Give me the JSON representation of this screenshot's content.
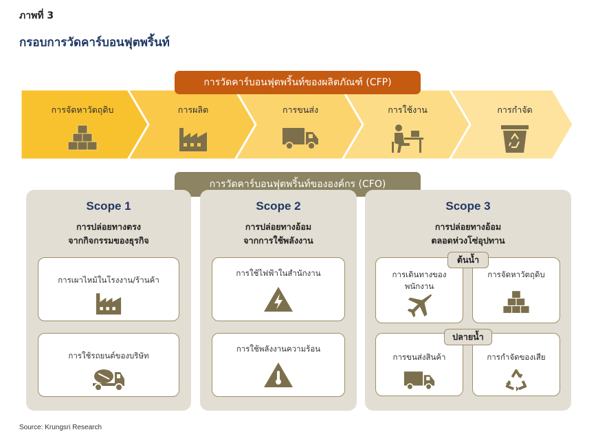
{
  "figure_label": "ภาพที่ 3",
  "title": "กรอบการวัดคาร์บอนฟุตพริ้นท์",
  "cfp": {
    "banner": "การวัดคาร์บอนฟุตพริ้นท์ของผลิตภัณฑ์ (CFP)",
    "stages": [
      {
        "label": "การจัดหาวัตถุดิบ",
        "icon": "boxes-icon",
        "color": "#f8c22f"
      },
      {
        "label": "การผลิต",
        "icon": "factory-icon",
        "color": "#fac94a"
      },
      {
        "label": "การขนส่ง",
        "icon": "truck-icon",
        "color": "#fbd46e"
      },
      {
        "label": "การใช้งาน",
        "icon": "person-at-desk-icon",
        "color": "#fcdc86"
      },
      {
        "label": "การกำจัด",
        "icon": "recycle-bin-icon",
        "color": "#fde39e"
      }
    ]
  },
  "cfo": {
    "banner": "การวัดคาร์บอนฟุตพริ้นท์ขององค์กร (CFO)",
    "scopes": [
      {
        "title": "Scope 1",
        "subtitle_line1": "การปล่อยทางตรง",
        "subtitle_line2": "จากกิจกรรมของธุรกิจ",
        "cards": [
          {
            "label": "การเผาไหม้ในโรงงาน/ร้านค้า",
            "icon": "factory-icon"
          },
          {
            "label": "การใช้รถยนต์ของบริษัท",
            "icon": "cement-truck-icon"
          }
        ]
      },
      {
        "title": "Scope 2",
        "subtitle_line1": "การปล่อยทางอ้อม",
        "subtitle_line2": "จากการใช้พลังงาน",
        "cards": [
          {
            "label": "การใช้ไฟฟ้าในสำนักงาน",
            "icon": "electricity-warning-icon"
          },
          {
            "label": "การใช้พลังงานความร้อน",
            "icon": "thermometer-warning-icon"
          }
        ]
      },
      {
        "title": "Scope 3",
        "subtitle_line1": "การปล่อยทางอ้อม",
        "subtitle_line2": "ตลอดห่วงโซ่อุปทาน",
        "upstream_tag": "ต้นน้ำ",
        "downstream_tag": "ปลายน้ำ",
        "cards": [
          {
            "label_line1": "การเดินทางของ",
            "label_line2": "พนักงาน",
            "icon": "airplane-icon"
          },
          {
            "label": "การจัดหาวัตถุดิบ",
            "icon": "boxes-icon"
          },
          {
            "label": "การขนส่งสินค้า",
            "icon": "truck-icon"
          },
          {
            "label": "การกำจัดของเสีย",
            "icon": "recycle-icon"
          }
        ]
      }
    ]
  },
  "colors": {
    "icon": "#7c6f4c",
    "cfp_banner": "#c55a11",
    "cfo_banner": "#8c8462",
    "scope_bg": "#e3ded3",
    "title": "#1f3864"
  },
  "source": "Source: Krungsri Research"
}
